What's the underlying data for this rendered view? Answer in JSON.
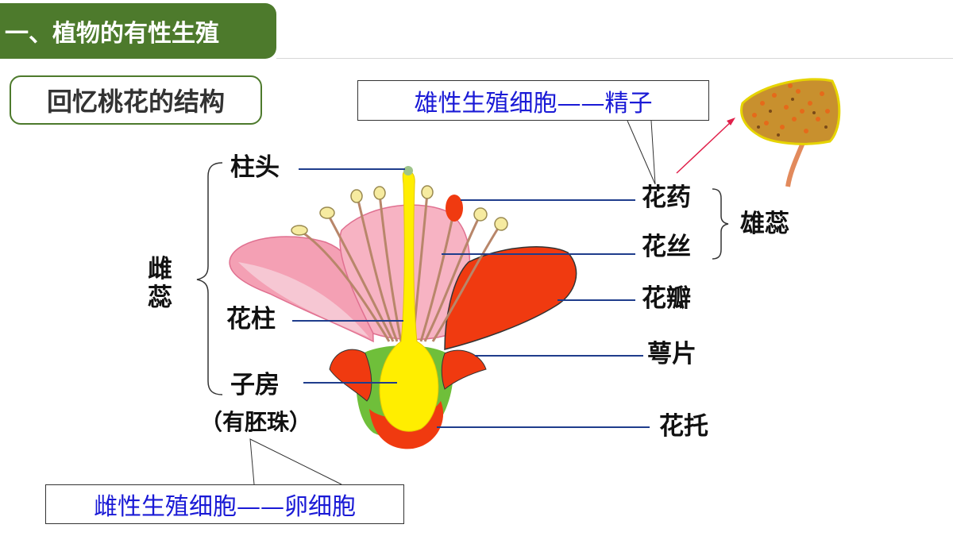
{
  "header": {
    "section_title": "一、植物的有性生殖",
    "subtitle": "回忆桃花的结构"
  },
  "callouts": {
    "male_cell": "雄性生殖细胞——精子",
    "female_cell": "雌性生殖细胞——卵细胞"
  },
  "labels": {
    "stigma": "柱头",
    "style": "花柱",
    "ovary": "子房",
    "ovule_note": "（有胚珠）",
    "pistil": "雌\n蕊",
    "anther": "花药",
    "filament": "花丝",
    "stamen": "雄蕊",
    "petal": "花瓣",
    "sepal": "萼片",
    "receptacle": "花托"
  },
  "colors": {
    "banner_green": "#4d7a2c",
    "callout_text_blue": "#1a1ad6",
    "leader_line": "#1f3d8c",
    "pistil_yellow": "#ffee00",
    "petal_red": "#f03a10",
    "petal_pink": "#f4a0b4"
  }
}
